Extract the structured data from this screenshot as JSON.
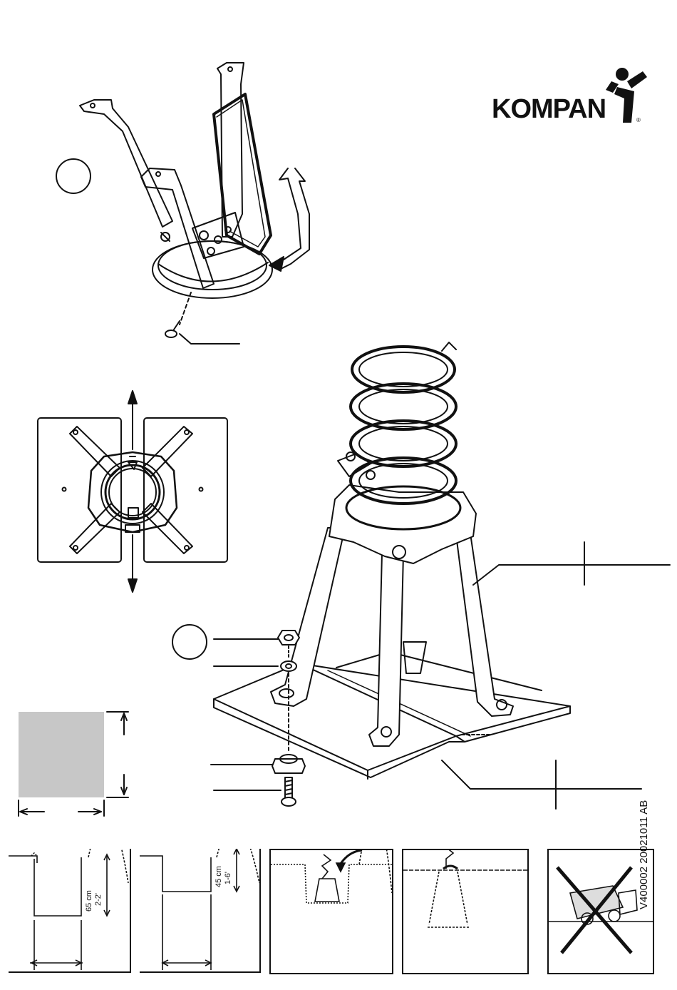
{
  "brand": {
    "logo_text": "KOMPAN",
    "registered_mark": "®"
  },
  "document": {
    "id": "V400002  20021011  AB"
  },
  "ground_steps": [
    {
      "depth_cm": "65 cm",
      "depth_ft": "2-2'"
    },
    {
      "depth_cm": "45 cm",
      "depth_ft": "1-6'"
    }
  ]
}
